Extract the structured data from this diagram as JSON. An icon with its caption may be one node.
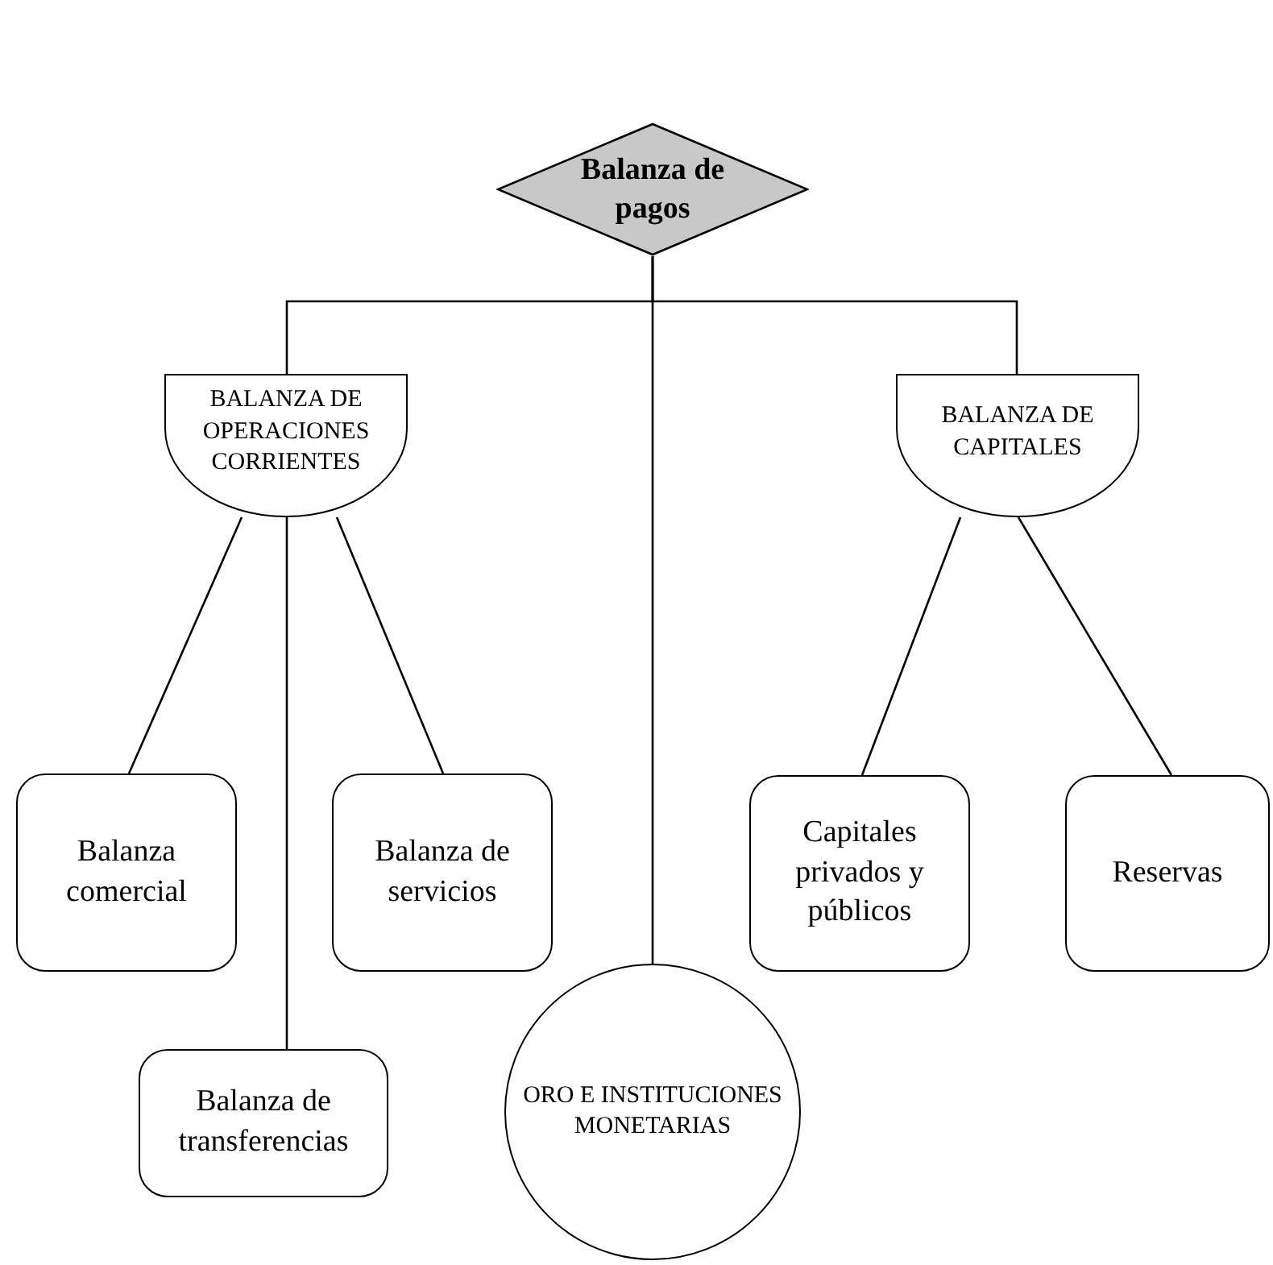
{
  "diagram": {
    "nodes": [
      {
        "text": [
          "Balanza de pagos"
        ]
      },
      {
        "text": [
          "BALANZA DE OPERACIONES CORRIENTES"
        ]
      },
      {
        "text": [
          "BALANZA DE CAPITALES"
        ]
      },
      {
        "text": [
          "Balanza comercial"
        ]
      },
      {
        "text": [
          "Balanza de servicios"
        ]
      },
      {
        "text": [
          "Balanza de transferencias"
        ]
      },
      {
        "text": [
          "ORO E INSTITUCIONES MONETARIAS"
        ]
      },
      {
        "text": [
          "Capitales privados y públicos"
        ]
      },
      {
        "text": [
          "Reservas"
        ]
      }
    ],
    "edges": [
      {
        "from": 0,
        "to": 1,
        "arrow": "none"
      },
      {
        "from": 0,
        "to": 6,
        "arrow": "none"
      },
      {
        "from": 0,
        "to": 2,
        "arrow": "none"
      },
      {
        "from": 1,
        "to": 3,
        "arrow": "none"
      },
      {
        "from": 1,
        "to": 5,
        "arrow": "none"
      },
      {
        "from": 1,
        "to": 4,
        "arrow": "none"
      },
      {
        "from": 2,
        "to": 7,
        "arrow": "none"
      },
      {
        "from": 2,
        "to": 8,
        "arrow": "none"
      }
    ]
  }
}
